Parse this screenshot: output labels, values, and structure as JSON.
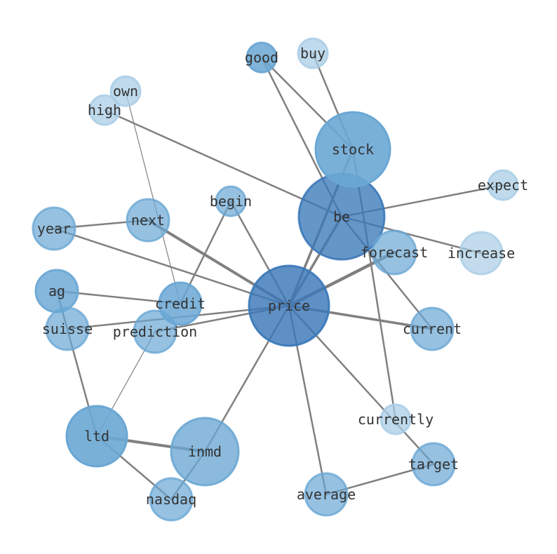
{
  "graph": {
    "colors": {
      "edge": "#808080",
      "label": "#333333",
      "node_dark": "#3a78b8",
      "node_mid": "#6aa7d4",
      "node_light": "#a9cde6"
    },
    "nodes": [
      {
        "id": "price",
        "label": "price"
      },
      {
        "id": "be",
        "label": "be"
      },
      {
        "id": "stock",
        "label": "stock"
      },
      {
        "id": "ltd",
        "label": "ltd"
      },
      {
        "id": "inmd",
        "label": "inmd"
      },
      {
        "id": "forecast",
        "label": "forecast"
      },
      {
        "id": "credit",
        "label": "credit"
      },
      {
        "id": "prediction",
        "label": "prediction"
      },
      {
        "id": "next",
        "label": "next"
      },
      {
        "id": "year",
        "label": "year"
      },
      {
        "id": "ag",
        "label": "ag"
      },
      {
        "id": "suisse",
        "label": "suisse"
      },
      {
        "id": "current",
        "label": "current"
      },
      {
        "id": "target",
        "label": "target"
      },
      {
        "id": "average",
        "label": "average"
      },
      {
        "id": "nasdaq",
        "label": "nasdaq"
      },
      {
        "id": "begin",
        "label": "begin"
      },
      {
        "id": "good",
        "label": "good"
      },
      {
        "id": "buy",
        "label": "buy"
      },
      {
        "id": "own",
        "label": "own"
      },
      {
        "id": "high",
        "label": "high"
      },
      {
        "id": "expect",
        "label": "expect"
      },
      {
        "id": "increase",
        "label": "increase"
      },
      {
        "id": "currently",
        "label": "currently"
      }
    ],
    "edges": [
      {
        "source": "price",
        "target": "be"
      },
      {
        "source": "price",
        "target": "stock"
      },
      {
        "source": "price",
        "target": "forecast"
      },
      {
        "source": "price",
        "target": "next"
      },
      {
        "source": "price",
        "target": "year"
      },
      {
        "source": "price",
        "target": "begin"
      },
      {
        "source": "price",
        "target": "current"
      },
      {
        "source": "price",
        "target": "prediction"
      },
      {
        "source": "price",
        "target": "inmd"
      },
      {
        "source": "price",
        "target": "average"
      },
      {
        "source": "price",
        "target": "target"
      },
      {
        "source": "price",
        "target": "suisse"
      },
      {
        "source": "be",
        "target": "high"
      },
      {
        "source": "be",
        "target": "expect"
      },
      {
        "source": "be",
        "target": "increase"
      },
      {
        "source": "be",
        "target": "good"
      },
      {
        "source": "be",
        "target": "current"
      },
      {
        "source": "stock",
        "target": "good"
      },
      {
        "source": "stock",
        "target": "buy"
      },
      {
        "source": "stock",
        "target": "currently"
      },
      {
        "source": "next",
        "target": "year"
      },
      {
        "source": "credit",
        "target": "ag"
      },
      {
        "source": "credit",
        "target": "begin"
      },
      {
        "source": "credit",
        "target": "own"
      },
      {
        "source": "prediction",
        "target": "ltd"
      },
      {
        "source": "ag",
        "target": "ltd"
      },
      {
        "source": "ltd",
        "target": "inmd"
      },
      {
        "source": "ltd",
        "target": "nasdaq"
      },
      {
        "source": "inmd",
        "target": "nasdaq"
      },
      {
        "source": "average",
        "target": "target"
      }
    ]
  }
}
